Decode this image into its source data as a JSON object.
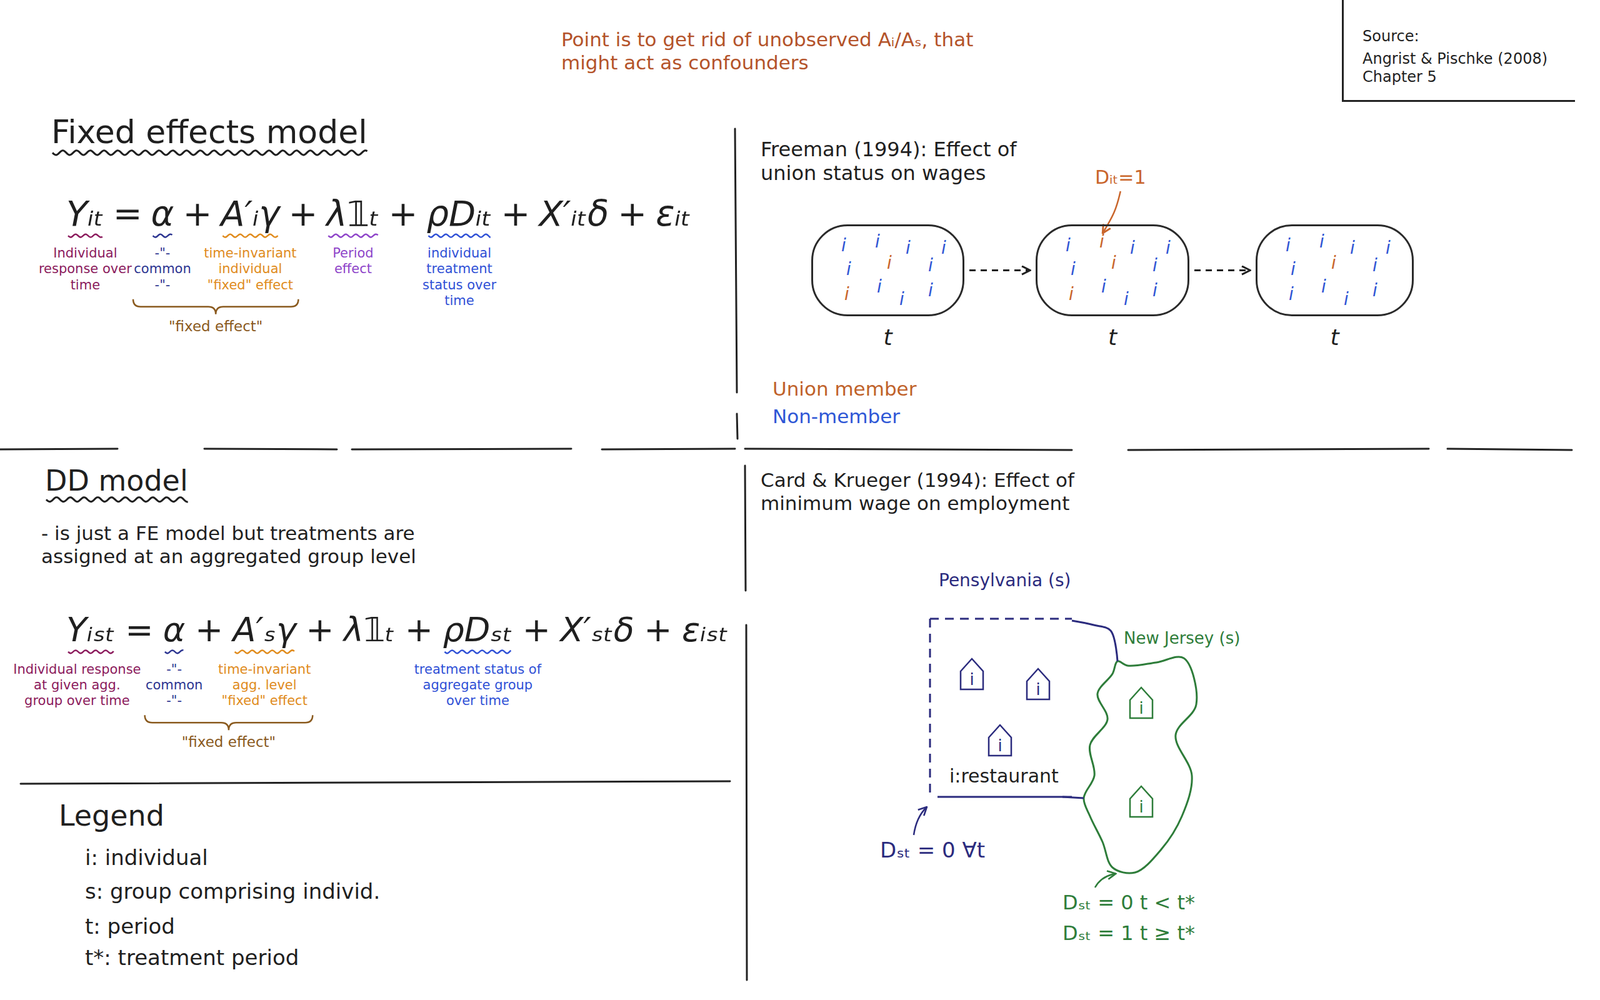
{
  "diagram": {
    "nodes": [
      {
        "text": [
          "Source:",
          "Angrist & Pischke (2008) Chapter 5"
        ]
      },
      {
        "text": [
          "i",
          "i",
          "i",
          "i",
          "i",
          "i",
          "i",
          "i",
          "i",
          "i",
          "i"
        ]
      },
      {
        "text": [
          "i",
          "i",
          "i",
          "i",
          "i",
          "i",
          "i",
          "i",
          "i",
          "i",
          "i"
        ]
      },
      {
        "text": [
          "i",
          "i",
          "i",
          "i",
          "i",
          "i",
          "i",
          "i",
          "i",
          "i",
          "i"
        ]
      },
      {
        "text": [
          "Pensylvania (s)",
          "i:restaurant"
        ]
      },
      {
        "text": [
          "i"
        ],
        "in": 4
      },
      {
        "text": [
          "i"
        ],
        "in": 4
      },
      {
        "text": [
          "i"
        ],
        "in": 4
      },
      {
        "text": [
          "New Jersey (s)"
        ]
      },
      {
        "text": [
          "i"
        ],
        "in": 8
      },
      {
        "text": [
          "i"
        ],
        "in": 8
      }
    ],
    "edges": [
      {
        "from": 1,
        "to": 2,
        "arrow": "to"
      },
      {
        "from": 2,
        "to": 3,
        "arrow": "to"
      }
    ],
    "labels": [
      "Point is to get rid of unobserved Aᵢ/Aₛ, that might act as confounders",
      "Fixed effects model",
      "Yᵢₜ",
      "=",
      "α",
      "+",
      "A′ᵢγ",
      "+",
      "λ𝟙ₜ",
      "+",
      "ρDᵢₜ",
      "+",
      "X′ᵢₜδ",
      "+",
      "εᵢₜ",
      "Individual response over time",
      "-\"-",
      "common",
      "-\"-",
      "time-invariant individual \"fixed\" effect",
      "Period effect",
      "individual treatment status over time",
      "\"fixed effect\"",
      "Freeman (1994): Effect of union status on wages",
      "Dᵢₜ=1",
      "t",
      "t",
      "t",
      "DD model",
      "- is just a FE model but treatments are assigned at an aggregated group level",
      "Yᵢₛₜ",
      "=",
      "α",
      "+",
      "A′ₛγ",
      "+",
      "λ𝟙ₜ",
      "+",
      "ρDₛₜ",
      "+",
      "X′ₛₜδ",
      "+",
      "εᵢₛₜ",
      "Individual response at given agg. group over time",
      "-\"-",
      "common",
      "-\"-",
      "time-invariant agg. level \"fixed\" effect",
      "\"fixed effect\"",
      "treatment status of aggregate group over time",
      "Legend",
      "Card & Krueger (1994): Effect of minimum wage on employment",
      "Dₛₜ = 0 ∀t",
      "Dₛₜ = 0 t < t*",
      "Dₛₜ = 1 t ≥ t*"
    ],
    "legend": [
      {
        "text": "Union member",
        "color": "#c0622a"
      },
      {
        "text": "Non-member",
        "color": "#2e57d6"
      },
      {
        "text": "i: individual"
      },
      {
        "text": "s: group comprising individ."
      },
      {
        "text": "t: period"
      },
      {
        "text": "t*: treatment period"
      }
    ]
  }
}
